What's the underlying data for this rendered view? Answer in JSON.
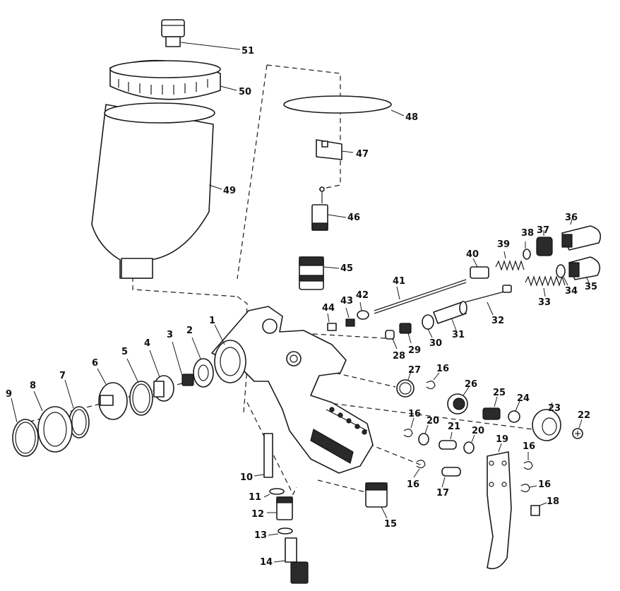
{
  "diagram": {
    "labels": [
      "1",
      "2",
      "3",
      "4",
      "5",
      "6",
      "7",
      "8",
      "9",
      "10",
      "11",
      "12",
      "13",
      "14",
      "15",
      "16",
      "16",
      "16",
      "16",
      "16",
      "17",
      "18",
      "19",
      "20",
      "20",
      "21",
      "22",
      "23",
      "24",
      "25",
      "26",
      "27",
      "28",
      "29",
      "30",
      "31",
      "32",
      "33",
      "34",
      "35",
      "36",
      "37",
      "38",
      "39",
      "40",
      "41",
      "42",
      "43",
      "44",
      "45",
      "46",
      "47",
      "48",
      "49",
      "50",
      "51"
    ]
  }
}
